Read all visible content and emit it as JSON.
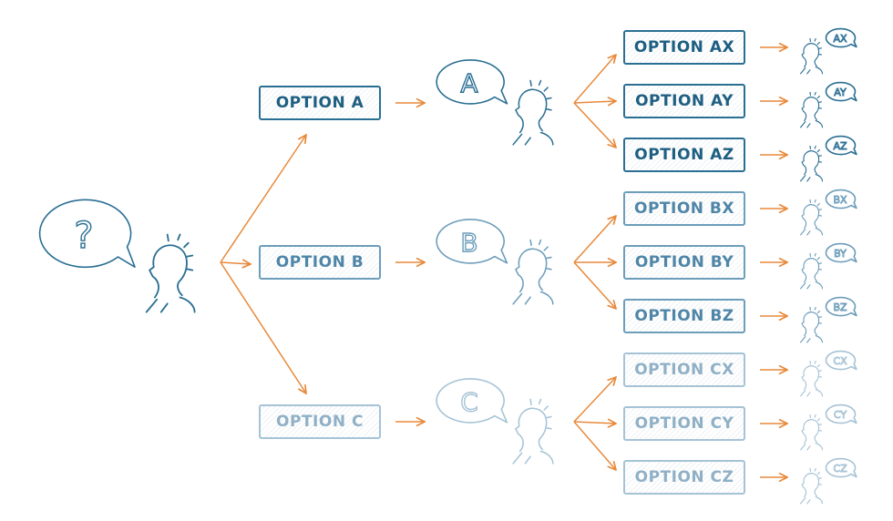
{
  "diagram": {
    "root": {
      "symbol": "?"
    },
    "level1": [
      {
        "label": "OPTION A",
        "bubble": "A",
        "tone": "dark"
      },
      {
        "label": "OPTION B",
        "bubble": "B",
        "tone": "mid"
      },
      {
        "label": "OPTION C",
        "bubble": "C",
        "tone": "light"
      }
    ],
    "level2": [
      {
        "label": "OPTION AX",
        "bubble": "AX",
        "tone": "dark"
      },
      {
        "label": "OPTION AY",
        "bubble": "AY",
        "tone": "dark"
      },
      {
        "label": "OPTION AZ",
        "bubble": "AZ",
        "tone": "dark"
      },
      {
        "label": "OPTION BX",
        "bubble": "BX",
        "tone": "mid"
      },
      {
        "label": "OPTION BY",
        "bubble": "BY",
        "tone": "mid"
      },
      {
        "label": "OPTION BZ",
        "bubble": "BZ",
        "tone": "mid"
      },
      {
        "label": "OPTION CX",
        "bubble": "CX",
        "tone": "light"
      },
      {
        "label": "OPTION CY",
        "bubble": "CY",
        "tone": "light"
      },
      {
        "label": "OPTION CZ",
        "bubble": "CZ",
        "tone": "light"
      }
    ],
    "colors": {
      "arrow": "#e8893a",
      "dark": "#2a6f93",
      "mid": "#6c9dba",
      "light": "#a6c3d6"
    }
  }
}
